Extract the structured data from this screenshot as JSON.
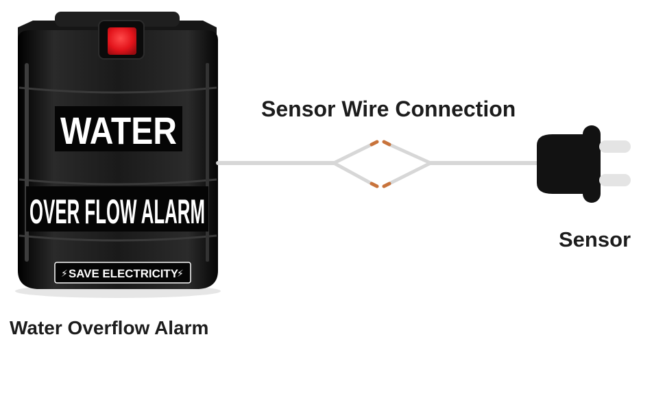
{
  "captions": {
    "wire": "Sensor Wire Connection",
    "sensor": "Sensor",
    "alarm": "Water Overflow Alarm"
  },
  "device": {
    "label_line1": "WATER",
    "label_line2": "OVER FLOW ALARM",
    "label_line3": "SAVE ELECTRICITY",
    "indicator_color": "#e3141b",
    "body_color": "#141414"
  },
  "wire": {
    "color": "#d7d7d7",
    "exposed_tip_color": "#c8733b"
  },
  "sensor_plug": {
    "body_color": "#121212",
    "prong_color": "#e4e4e4"
  }
}
